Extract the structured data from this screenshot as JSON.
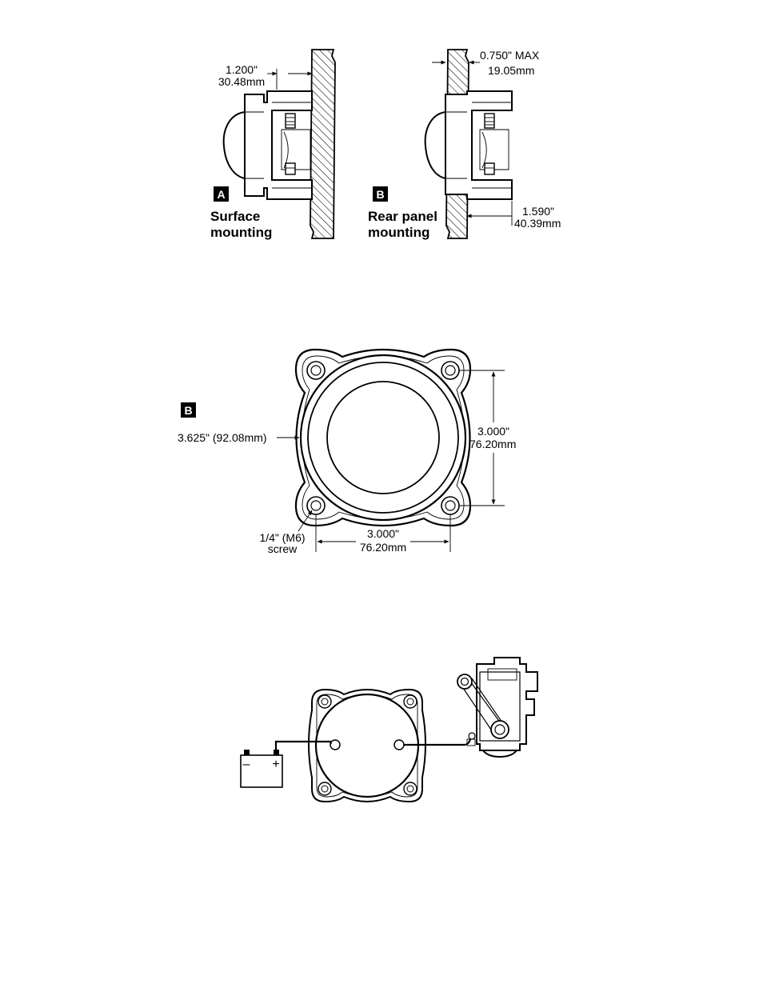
{
  "figure_a": {
    "badge": "A",
    "caption_line1": "Surface",
    "caption_line2": "mounting",
    "offset_in": "1.200\"",
    "offset_mm": "30.48mm"
  },
  "figure_b_side": {
    "badge": "B",
    "caption_line1": "Rear panel",
    "caption_line2": "mounting",
    "panel_max_in": "0.750\" MAX",
    "panel_max_mm": "19.05mm",
    "depth_in": "1.590\"",
    "depth_mm": "40.39mm"
  },
  "figure_b_front": {
    "badge": "B",
    "overall_dim": "3.625\" (92.08mm)",
    "vertical_in": "3.000\"",
    "vertical_mm": "76.20mm",
    "horizontal_in": "3.000\"",
    "horizontal_mm": "76.20mm",
    "screw_line1": "1/4\" (M6)",
    "screw_line2": "screw"
  },
  "wiring": {
    "battery_minus": "–",
    "battery_plus": "+"
  }
}
